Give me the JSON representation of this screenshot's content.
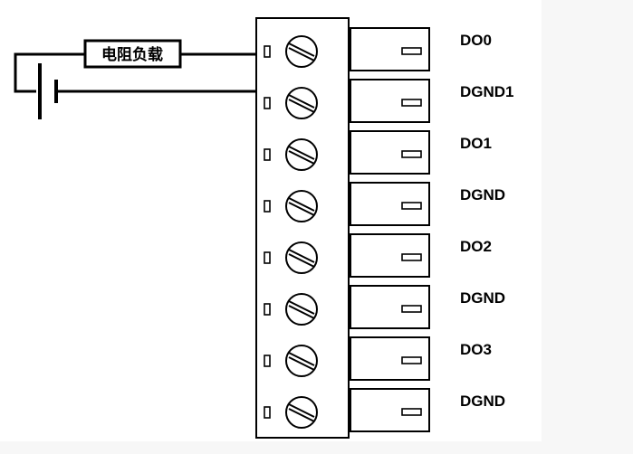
{
  "diagram": {
    "load_label": "电阻负载",
    "terminals": [
      {
        "label": "DO0"
      },
      {
        "label": "DGND1"
      },
      {
        "label": "DO1"
      },
      {
        "label": "DGND"
      },
      {
        "label": "DO2"
      },
      {
        "label": "DGND"
      },
      {
        "label": "DO3"
      },
      {
        "label": "DGND"
      }
    ],
    "colors": {
      "background": "#ffffff",
      "margin": "#f7f7f7",
      "line": "#000000",
      "text": "#000000"
    },
    "icons": {
      "terminal_screw": "screw-icon",
      "battery": "battery-icon",
      "resistor_load": "resistor-load-box"
    }
  }
}
